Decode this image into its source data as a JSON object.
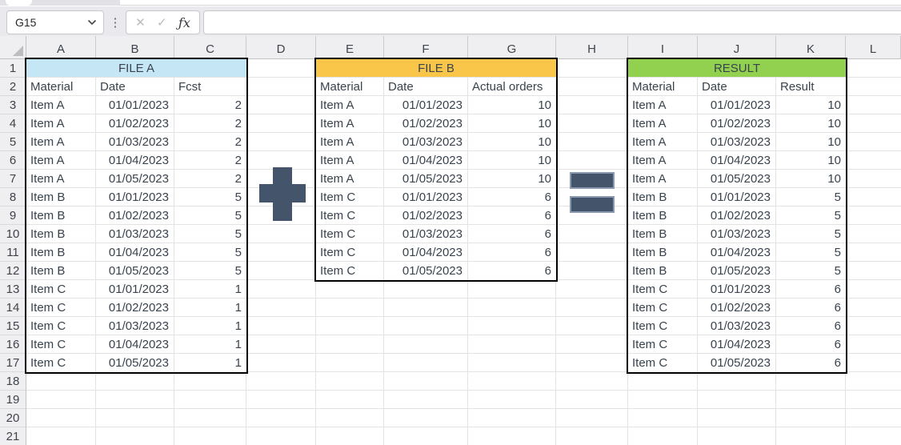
{
  "chrome": {
    "name_box_value": "G15",
    "formula_value": "",
    "kebab_glyph": "⋮",
    "cancel_glyph": "✕",
    "confirm_glyph": "✓",
    "fx_glyph": "ƒx"
  },
  "icons": {
    "name_box_chevron": "chevron-down",
    "cancel": "x-mark",
    "confirm": "check-mark",
    "function": "fx",
    "plus": "plus-shape",
    "equals": "equals-shape"
  },
  "colors": {
    "file_a_header": "#C5E6F5",
    "file_b_header": "#FAC64A",
    "result_header": "#92D050",
    "shape_fill": "#44546A",
    "table_border": "#000000"
  },
  "column_headers": [
    "A",
    "B",
    "C",
    "D",
    "E",
    "F",
    "G",
    "H",
    "I",
    "J",
    "K",
    "L"
  ],
  "row_numbers": [
    "1",
    "2",
    "3",
    "4",
    "5",
    "6",
    "7",
    "8",
    "9",
    "10",
    "11",
    "12",
    "13",
    "14",
    "15",
    "16",
    "17",
    "18",
    "19",
    "20",
    "21"
  ],
  "tables": [
    {
      "name": "file-a",
      "title": "FILE A",
      "title_bg": "#C5E6F5",
      "columns": [
        "Material",
        "Date",
        "Fcst"
      ],
      "rows": [
        [
          "Item A",
          "01/01/2023",
          "2"
        ],
        [
          "Item A",
          "01/02/2023",
          "2"
        ],
        [
          "Item A",
          "01/03/2023",
          "2"
        ],
        [
          "Item A",
          "01/04/2023",
          "2"
        ],
        [
          "Item A",
          "01/05/2023",
          "2"
        ],
        [
          "Item B",
          "01/01/2023",
          "5"
        ],
        [
          "Item B",
          "01/02/2023",
          "5"
        ],
        [
          "Item B",
          "01/03/2023",
          "5"
        ],
        [
          "Item B",
          "01/04/2023",
          "5"
        ],
        [
          "Item B",
          "01/05/2023",
          "5"
        ],
        [
          "Item C",
          "01/01/2023",
          "1"
        ],
        [
          "Item C",
          "01/02/2023",
          "1"
        ],
        [
          "Item C",
          "01/03/2023",
          "1"
        ],
        [
          "Item C",
          "01/04/2023",
          "1"
        ],
        [
          "Item C",
          "01/05/2023",
          "1"
        ]
      ]
    },
    {
      "name": "file-b",
      "title": "FILE B",
      "title_bg": "#FAC64A",
      "columns": [
        "Material",
        "Date",
        "Actual orders"
      ],
      "rows": [
        [
          "Item A",
          "01/01/2023",
          "10"
        ],
        [
          "Item A",
          "01/02/2023",
          "10"
        ],
        [
          "Item A",
          "01/03/2023",
          "10"
        ],
        [
          "Item A",
          "01/04/2023",
          "10"
        ],
        [
          "Item A",
          "01/05/2023",
          "10"
        ],
        [
          "Item C",
          "01/01/2023",
          "6"
        ],
        [
          "Item C",
          "01/02/2023",
          "6"
        ],
        [
          "Item C",
          "01/03/2023",
          "6"
        ],
        [
          "Item C",
          "01/04/2023",
          "6"
        ],
        [
          "Item C",
          "01/05/2023",
          "6"
        ]
      ]
    },
    {
      "name": "result",
      "title": "RESULT",
      "title_bg": "#92D050",
      "columns": [
        "Material",
        "Date",
        "Result"
      ],
      "rows": [
        [
          "Item A",
          "01/01/2023",
          "10"
        ],
        [
          "Item A",
          "01/02/2023",
          "10"
        ],
        [
          "Item A",
          "01/03/2023",
          "10"
        ],
        [
          "Item A",
          "01/04/2023",
          "10"
        ],
        [
          "Item A",
          "01/05/2023",
          "10"
        ],
        [
          "Item B",
          "01/01/2023",
          "5"
        ],
        [
          "Item B",
          "01/02/2023",
          "5"
        ],
        [
          "Item B",
          "01/03/2023",
          "5"
        ],
        [
          "Item B",
          "01/04/2023",
          "5"
        ],
        [
          "Item B",
          "01/05/2023",
          "5"
        ],
        [
          "Item C",
          "01/01/2023",
          "6"
        ],
        [
          "Item C",
          "01/02/2023",
          "6"
        ],
        [
          "Item C",
          "01/03/2023",
          "6"
        ],
        [
          "Item C",
          "01/04/2023",
          "6"
        ],
        [
          "Item C",
          "01/05/2023",
          "6"
        ]
      ]
    }
  ]
}
